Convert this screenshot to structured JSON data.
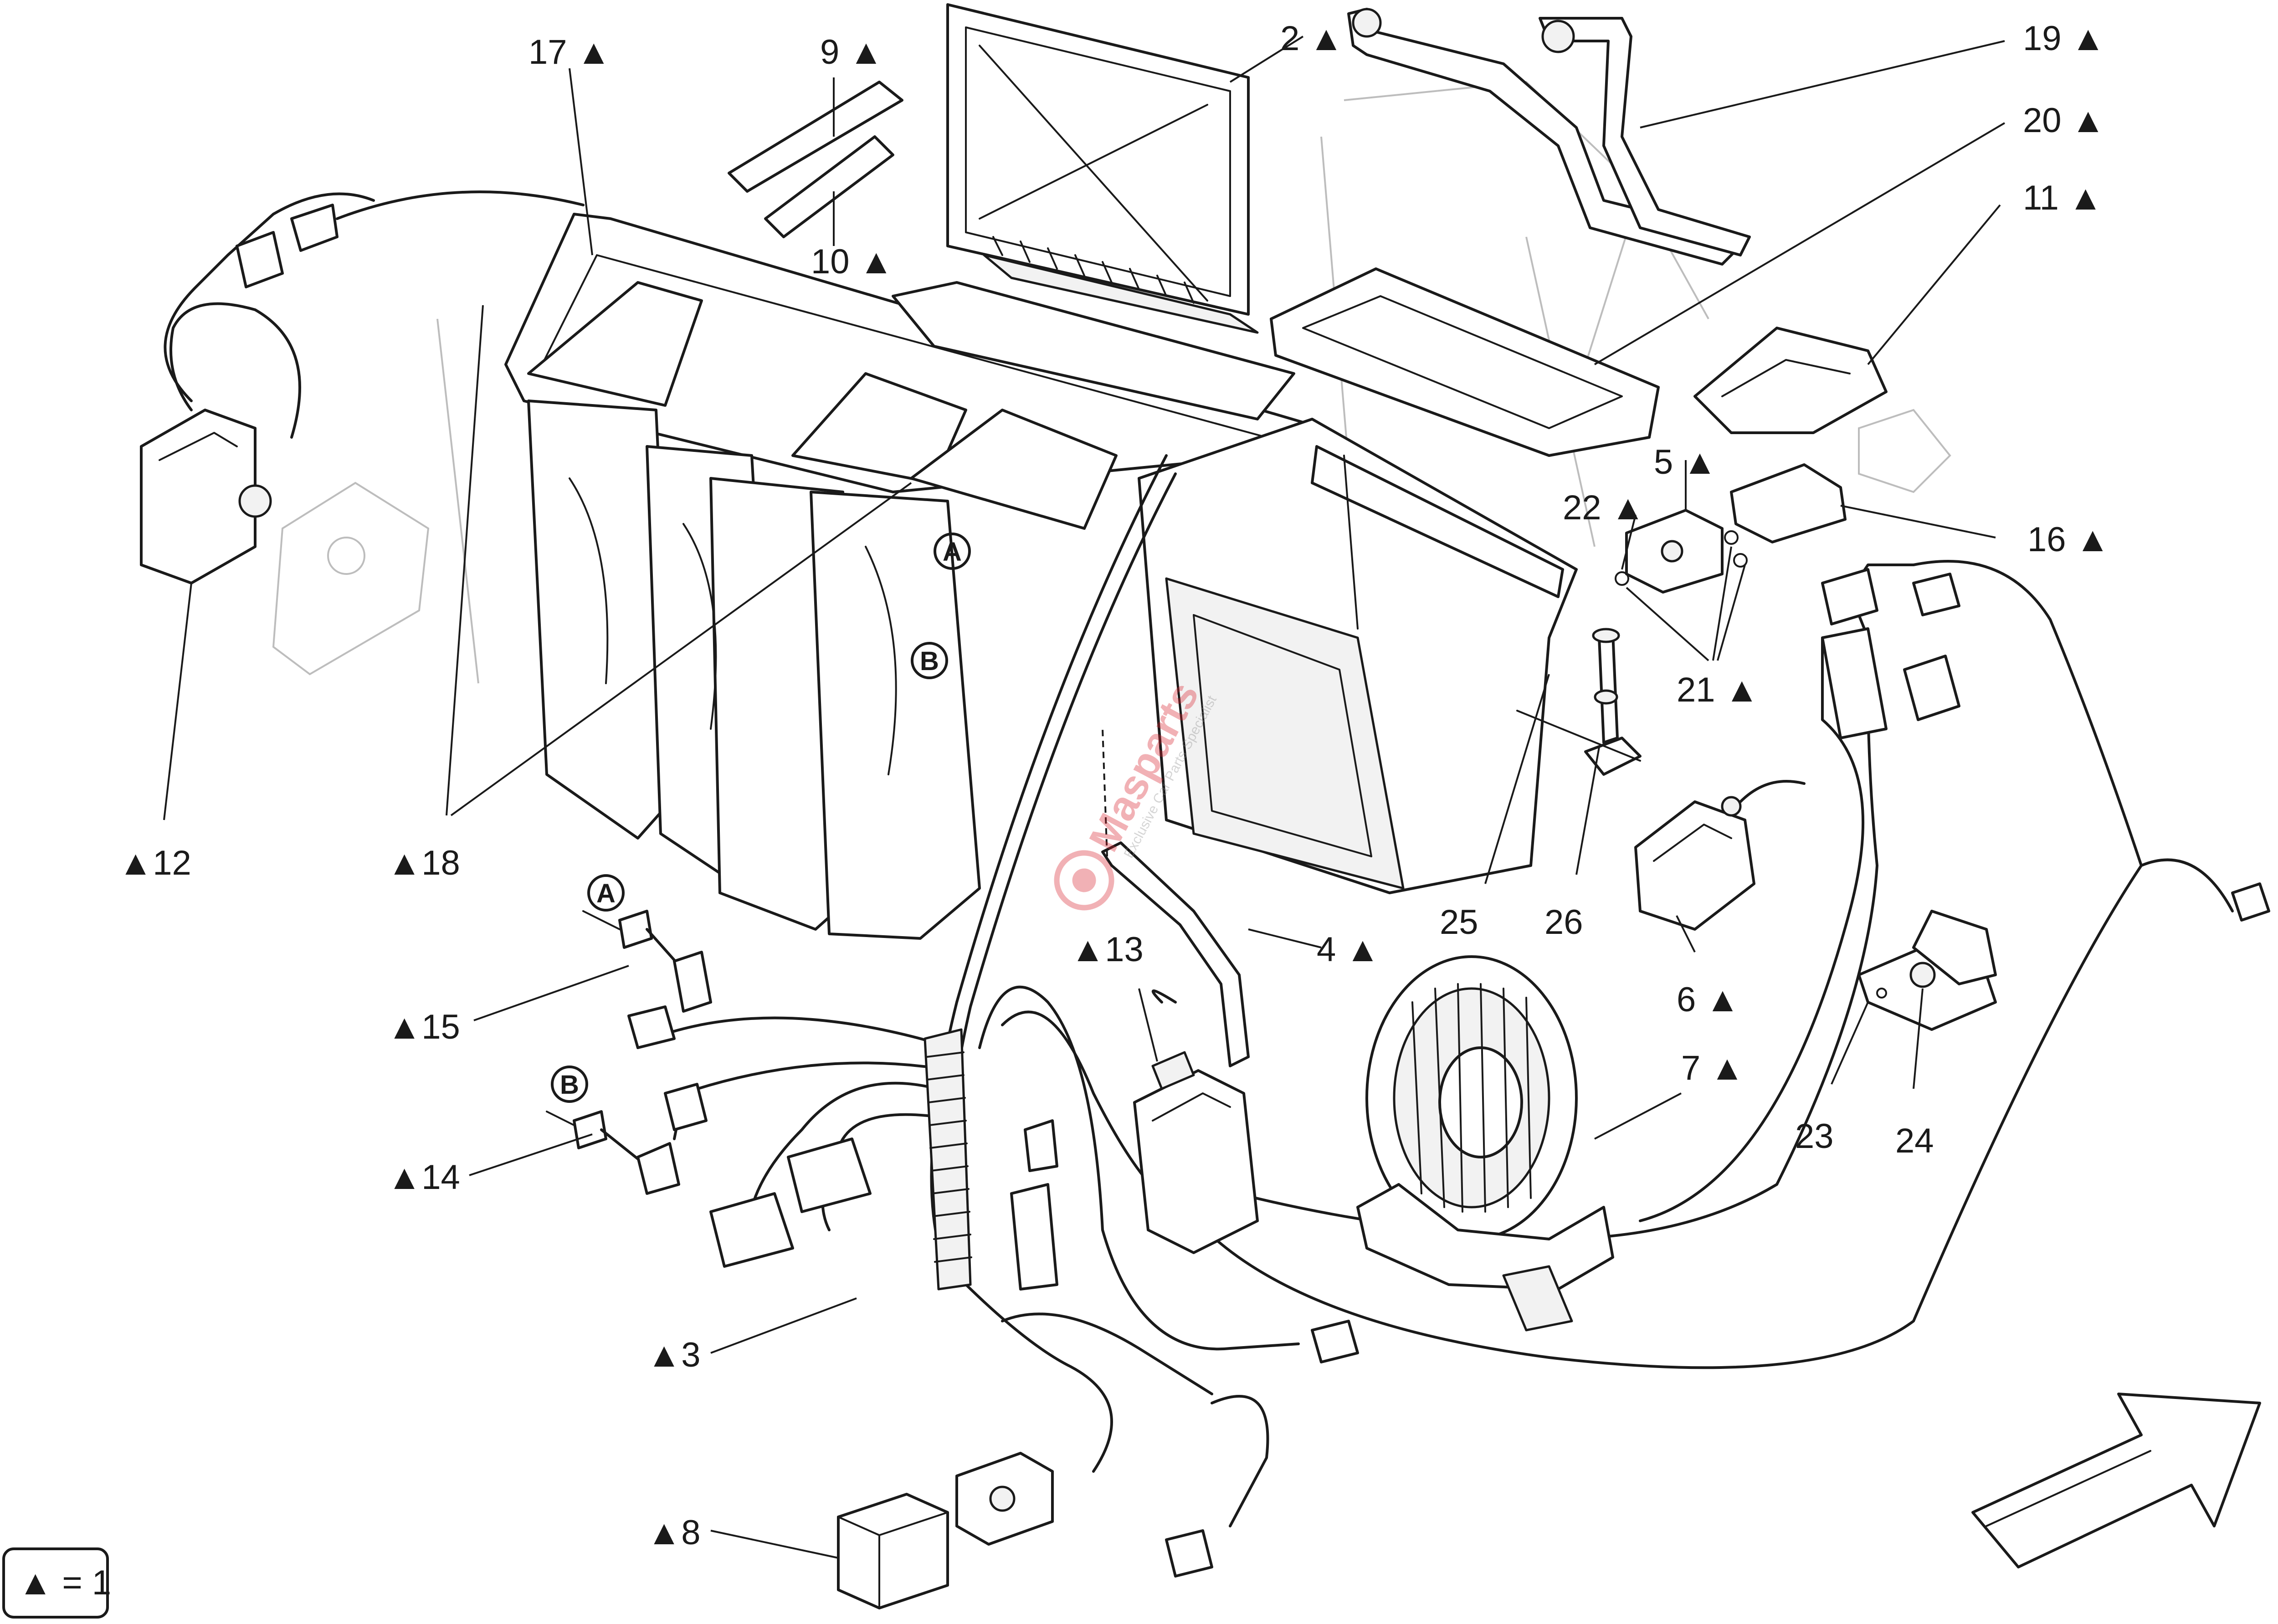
{
  "legend": {
    "text": "▲ = 1"
  },
  "watermark": {
    "name": "Masparts",
    "tagline": "Exclusive Car Parts Specialist",
    "accent": "#d9232e"
  },
  "markers": [
    "A",
    "B"
  ],
  "parts": [
    {
      "key": "p17",
      "text": "17 ▲"
    },
    {
      "key": "p9",
      "text": "9 ▲"
    },
    {
      "key": "p10",
      "text": "10 ▲"
    },
    {
      "key": "p2",
      "text": "2 ▲"
    },
    {
      "key": "p19",
      "text": "19 ▲"
    },
    {
      "key": "p20",
      "text": "20 ▲"
    },
    {
      "key": "p11",
      "text": "11 ▲"
    },
    {
      "key": "p5",
      "text": "5 ▲"
    },
    {
      "key": "p22",
      "text": "22 ▲"
    },
    {
      "key": "p16",
      "text": "16 ▲"
    },
    {
      "key": "p21",
      "text": "21 ▲"
    },
    {
      "key": "p12",
      "text": "▲12"
    },
    {
      "key": "p18",
      "text": "▲18"
    },
    {
      "key": "p25",
      "text": "25"
    },
    {
      "key": "p26",
      "text": "26"
    },
    {
      "key": "p6",
      "text": "6 ▲"
    },
    {
      "key": "p4",
      "text": "4 ▲"
    },
    {
      "key": "p13",
      "text": "▲13"
    },
    {
      "key": "p15",
      "text": "▲15"
    },
    {
      "key": "p7",
      "text": "7 ▲"
    },
    {
      "key": "p23",
      "text": "23"
    },
    {
      "key": "p24",
      "text": "24"
    },
    {
      "key": "p14",
      "text": "▲14"
    },
    {
      "key": "p3",
      "text": "▲3"
    },
    {
      "key": "p8",
      "text": "▲8"
    }
  ]
}
